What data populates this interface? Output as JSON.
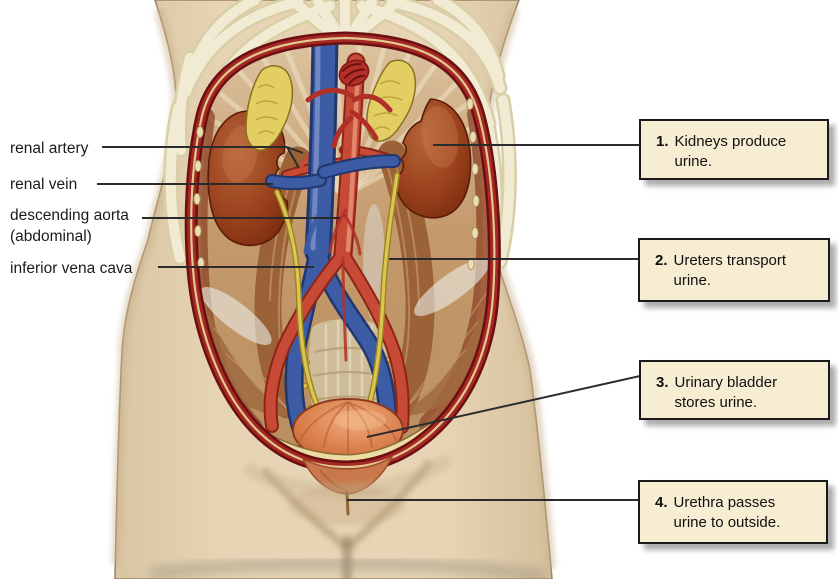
{
  "figure": {
    "type": "anatomical-diagram",
    "subject": "Urinary system in a human torso, anterior view"
  },
  "left_labels": [
    "renal artery",
    "renal vein",
    "descending aorta (abdominal)",
    "inferior vena cava"
  ],
  "callouts": [
    {
      "num": "1.",
      "text": "Kidneys produce urine."
    },
    {
      "num": "2.",
      "text": "Ureters transport urine."
    },
    {
      "num": "3.",
      "text": "Urinary bladder stores urine."
    },
    {
      "num": "4.",
      "text": "Urethra passes urine to outside."
    }
  ],
  "colors": {
    "callout_fill": "#F6EDD2",
    "callout_border": "#1A1A1A",
    "connector_line": "#2B2B2B",
    "skin": "#E2D0B0",
    "cavity_rim_red": "#A62822",
    "kidney_brown": "#8A3618",
    "adrenal_yellow": "#E2CE62",
    "vein_blue": "#3C5CA6",
    "artery_red": "#C64A36",
    "ureter_yellow": "#DCC653",
    "bladder_orange": "#CE7448",
    "pelvic_brim_cream": "#EBDCA4"
  }
}
